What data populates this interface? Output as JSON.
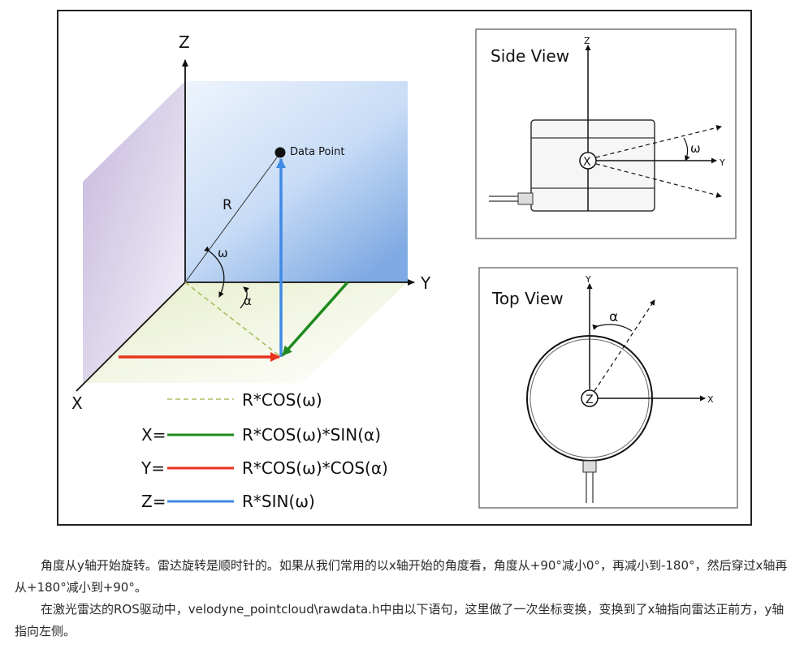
{
  "main_diagram": {
    "axis_z": "Z",
    "axis_y": "Y",
    "axis_x": "X",
    "data_point": "Data Point",
    "radius": "R",
    "omega": "ω",
    "alpha": "α",
    "legend": [
      {
        "prefix": "",
        "formula": "R*COS(ω)",
        "color": "#b7c77a",
        "style": "dashed"
      },
      {
        "prefix": "X=",
        "formula": "R*COS(ω)*SIN(α)",
        "color": "#1e8a1e",
        "style": "solid"
      },
      {
        "prefix": "Y=",
        "formula": "R*COS(ω)*COS(α)",
        "color": "#e8321e",
        "style": "solid"
      },
      {
        "prefix": "Z=",
        "formula": "R*SIN(ω)",
        "color": "#3f8ae6",
        "style": "solid"
      }
    ]
  },
  "side_view": {
    "title": "Side View",
    "axis_z": "Z",
    "axis_y": "Y",
    "axis_x": "X",
    "omega": "ω"
  },
  "top_view": {
    "title": "Top View",
    "axis_y": "Y",
    "axis_x": "X",
    "axis_z": "Z",
    "alpha": "α"
  },
  "paragraphs": [
    "角度从y轴开始旋转。雷达旋转是顺时针的。如果从我们常用的以x轴开始的角度看，角度从+90°减小0°，再减小到-180°，然后穿过x轴再从+180°减小到+90°。",
    "在激光雷达的ROS驱动中，velodyne_pointcloud\\rawdata.h中由以下语句，这里做了一次坐标变换，变换到了x轴指向雷达正前方，y轴指向左侧。"
  ]
}
